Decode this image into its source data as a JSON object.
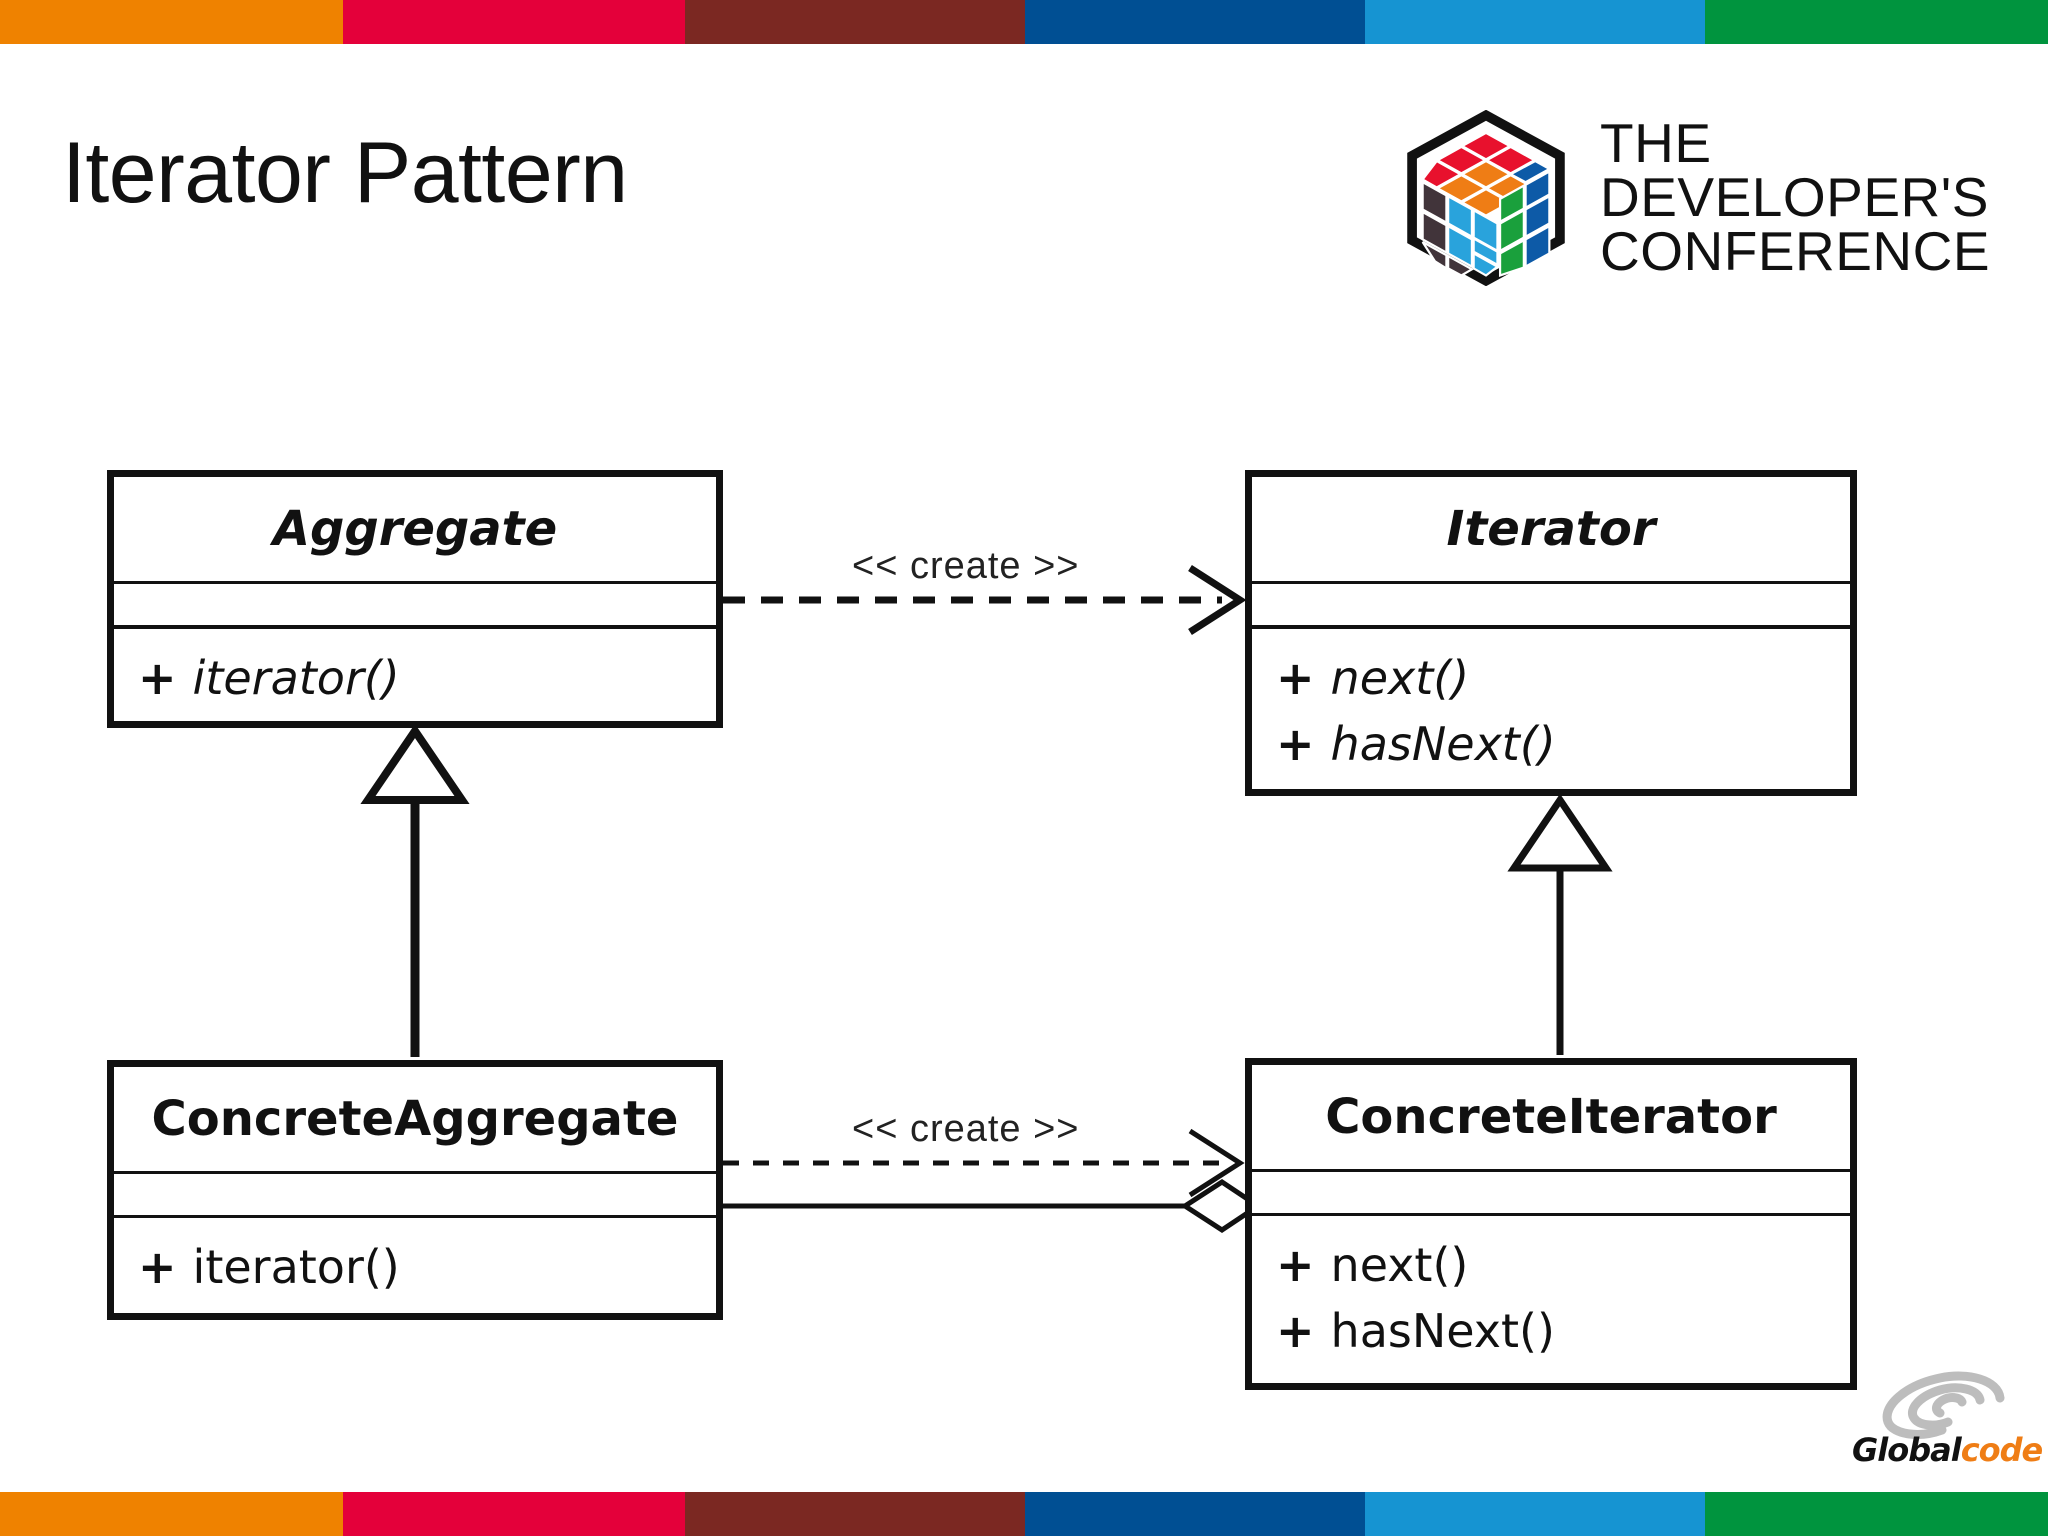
{
  "slide": {
    "title": "Iterator Pattern",
    "background": "#ffffff"
  },
  "decor": {
    "bar_colors": [
      "#ef8200",
      "#e4003a",
      "#7b2822",
      "#004f93",
      "#1694d2",
      "#00943e"
    ],
    "bar_widths": [
      343,
      342,
      340,
      340,
      340,
      343
    ]
  },
  "brand": {
    "tdc": {
      "line1": "THE",
      "line2": "DEVELOPER'S",
      "line3": "CONFERENCE",
      "cube_colors": {
        "red": "#e8112d",
        "orange": "#ef7d15",
        "blue": "#0d5aa7",
        "green": "#1aa03c",
        "lightblue": "#29a3dc",
        "dark": "#41343a",
        "outline": "#111111"
      }
    },
    "globalcode": {
      "text_primary": "Global",
      "text_accent": "code",
      "accent_color": "#ef7d15",
      "primary_color": "#111111",
      "swirl_color": "#bdbdbd"
    }
  },
  "diagram": {
    "type": "uml-class-diagram",
    "classes": [
      {
        "id": "aggregate",
        "name": "Aggregate",
        "abstract": true,
        "attributes": [],
        "operations": [
          {
            "visibility": "+",
            "signature": "iterator()"
          }
        ]
      },
      {
        "id": "iterator",
        "name": "Iterator",
        "abstract": true,
        "attributes": [],
        "operations": [
          {
            "visibility": "+",
            "signature": "next()"
          },
          {
            "visibility": "+",
            "signature": "hasNext()"
          }
        ]
      },
      {
        "id": "concrete-aggregate",
        "name": "ConcreteAggregate",
        "abstract": false,
        "attributes": [],
        "operations": [
          {
            "visibility": "+",
            "signature": "iterator()"
          }
        ]
      },
      {
        "id": "concrete-iterator",
        "name": "ConcreteIterator",
        "abstract": false,
        "attributes": [],
        "operations": [
          {
            "visibility": "+",
            "signature": "next()"
          },
          {
            "visibility": "+",
            "signature": "hasNext()"
          }
        ]
      }
    ],
    "relations": [
      {
        "id": "create-top",
        "kind": "dependency",
        "label": "<< create >>",
        "from": "aggregate",
        "to": "iterator"
      },
      {
        "id": "create-bottom",
        "kind": "dependency",
        "label": "<< create >>",
        "from": "concrete-aggregate",
        "to": "concrete-iterator"
      },
      {
        "id": "gen-aggregate",
        "kind": "generalization",
        "label": "",
        "from": "concrete-aggregate",
        "to": "aggregate"
      },
      {
        "id": "gen-iterator",
        "kind": "generalization",
        "label": "",
        "from": "concrete-iterator",
        "to": "iterator"
      },
      {
        "id": "agg-iterator",
        "kind": "aggregation",
        "label": "",
        "from": "concrete-iterator",
        "to": "concrete-aggregate"
      }
    ]
  }
}
